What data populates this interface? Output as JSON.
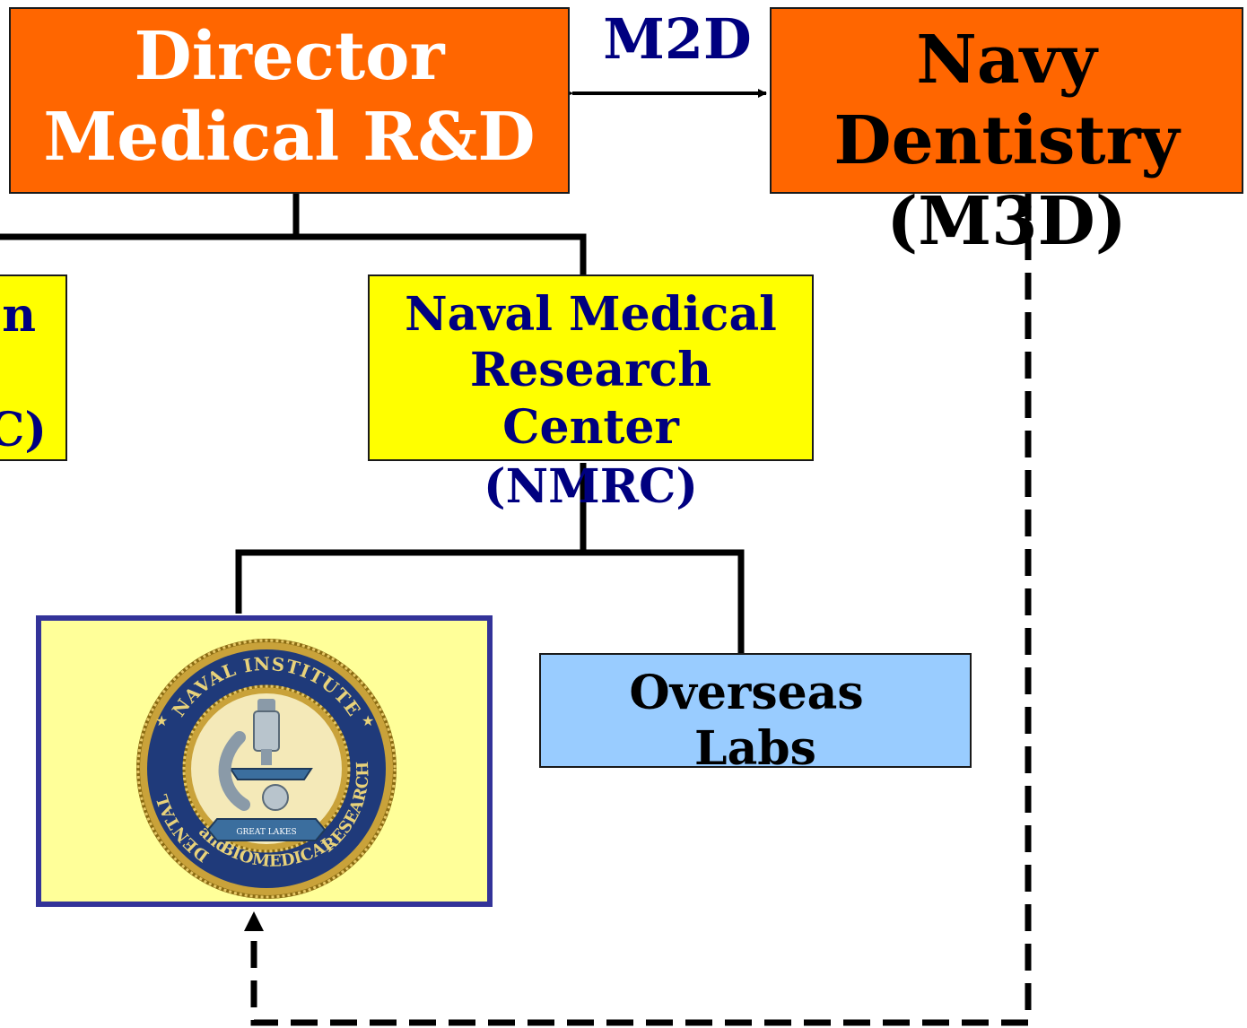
{
  "colors": {
    "orange": "#ff6600",
    "yellow": "#ffff00",
    "pale_yellow": "#ffff99",
    "light_blue": "#99ccff",
    "navy_text": "#000080",
    "seal_border": "#333399"
  },
  "director": {
    "line1": "Director",
    "line2": "Medical R&D"
  },
  "m2d": {
    "label": "M2D"
  },
  "navy_dentistry": {
    "line1": "Navy",
    "line2": "Dentistry",
    "line3": "(M3D)"
  },
  "left_partial": {
    "line1": "n",
    "line2": "C)"
  },
  "nmrc": {
    "line1": "Naval Medical",
    "line2": "Research",
    "line3": "Center",
    "line4": "(NMRC)"
  },
  "overseas": {
    "line1": "Overseas",
    "line2": "Labs"
  },
  "seal": {
    "top_text": "NAVAL INSTITUTE",
    "left_text": "DENTAL",
    "and_text": "and",
    "bottom_text": "BIOMEDICAL",
    "right_text": "RESEARCH",
    "banner_text": "GREAT LAKES"
  }
}
